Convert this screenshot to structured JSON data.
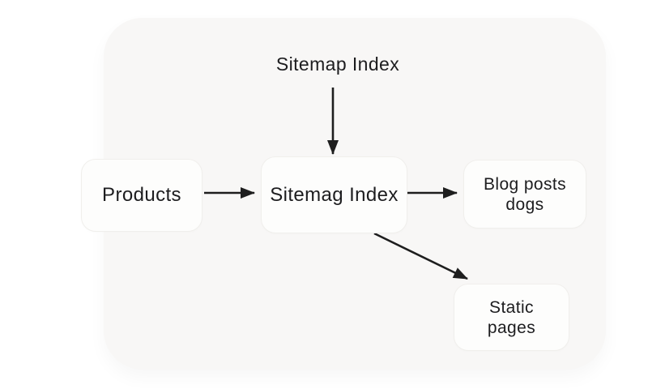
{
  "colors": {
    "page_background": "#ffffff",
    "canvas_background": "#f8f7f6",
    "node_background": "#fdfdfc",
    "node_border": "#f0efec",
    "text": "#1d1d1f",
    "arrow": "#1e1e1e"
  },
  "diagram": {
    "top_label": "Sitemap Index",
    "nodes": {
      "products": {
        "label": "Products"
      },
      "center": {
        "label": "Sitemag Index"
      },
      "blog": {
        "line1": "Blog posts",
        "line2": "dogs"
      },
      "static_pages": {
        "line1": "Static",
        "line2": "pages"
      }
    },
    "edges": [
      {
        "from": "top-label",
        "to": "center"
      },
      {
        "from": "products",
        "to": "center"
      },
      {
        "from": "center",
        "to": "blog"
      },
      {
        "from": "center",
        "to": "static_pages"
      }
    ]
  }
}
